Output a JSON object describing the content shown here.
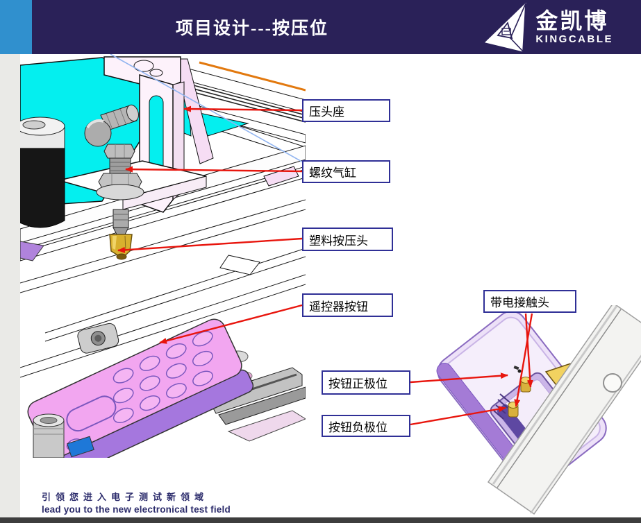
{
  "header": {
    "title": "项目设计---按压位",
    "logo_cn": "金凯博",
    "logo_en": "KINGCABLE"
  },
  "callouts": [
    {
      "label": "压头座"
    },
    {
      "label": "螺纹气缸"
    },
    {
      "label": "塑料按压头"
    },
    {
      "label": "遥控器按钮"
    },
    {
      "label": "带电接触头"
    },
    {
      "label": "按钮正极位"
    },
    {
      "label": "按钮负极位"
    }
  ],
  "footer": {
    "slogan_cn": "引领您进入电子测试新领域",
    "slogan_en": "lead you to the new electronical test field"
  },
  "colors": {
    "header_bg": "#2A2158",
    "header_accent": "#3090CE",
    "callout_border": "#2F2F96",
    "arrow_red": "#E8150D",
    "machine_cyan": "#04EFEF",
    "remote_pink": "#F2A6F0",
    "remote_purple": "#A577DE",
    "brass_gold": "#D8B02E",
    "footer_text": "#2B2B6B",
    "bottom_bar": "#3D3D3D"
  }
}
